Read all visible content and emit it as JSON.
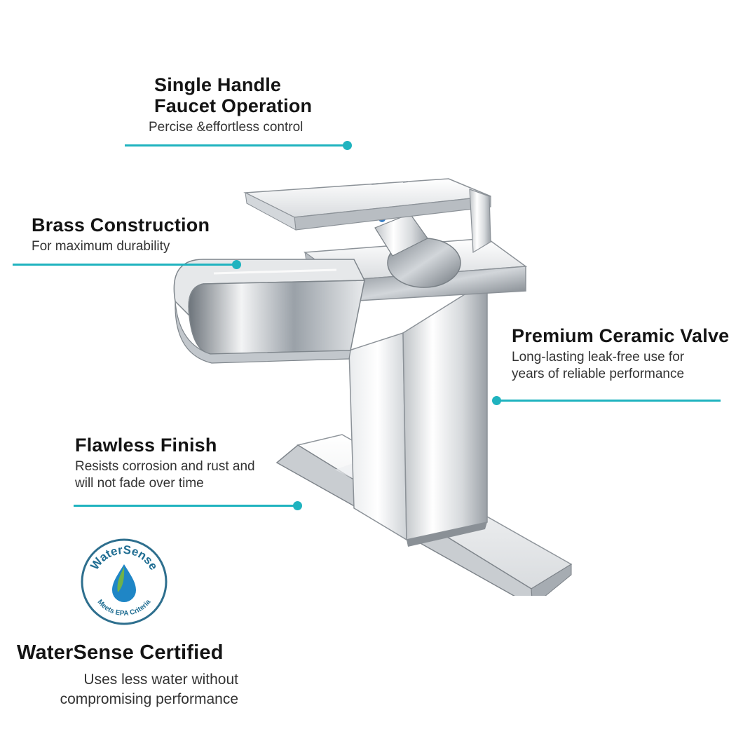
{
  "colors": {
    "accent": "#1fb3bf",
    "title_text": "#141414",
    "desc_text": "#333333",
    "logo_ring": "#2e6f8e",
    "logo_green": "#6fb24a",
    "logo_blue": "#1f86c6"
  },
  "features": {
    "single_handle": {
      "title_line1": "Single Handle",
      "title_line2": "Faucet Operation",
      "desc": "Percise &effortless control"
    },
    "brass": {
      "title": "Brass Construction",
      "desc": "For maximum durability"
    },
    "ceramic": {
      "title": "Premium Ceramic Valve",
      "desc_line1": "Long-lasting leak-free use for",
      "desc_line2": "years of reliable performance"
    },
    "finish": {
      "title": "Flawless Finish",
      "desc_line1": "Resists corrosion and rust and",
      "desc_line2": "will not fade over time"
    },
    "watersense": {
      "title": "WaterSense Certified",
      "desc_line1": "Uses less water without",
      "desc_line2": "compromising performance"
    }
  },
  "logo": {
    "top_text": "WaterSense",
    "bottom_text": "Meets EPA Criteria",
    "icon": "water-drop-leaf-icon"
  },
  "product": {
    "icon": "waterfall-faucet-icon"
  }
}
